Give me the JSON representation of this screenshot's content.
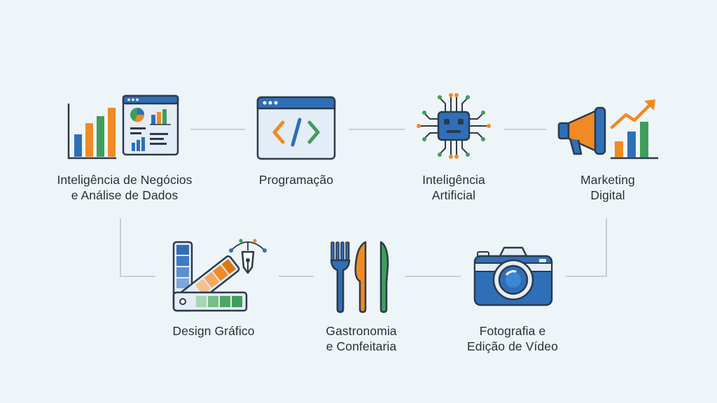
{
  "colors": {
    "background": "#eef5f9",
    "blue": "#2f6fb7",
    "orange": "#f08a24",
    "green": "#3f9e5a",
    "dark": "#2b3a4a",
    "screen": "#e4edf6",
    "connector": "#b9c3cb"
  },
  "nodes": [
    {
      "id": "bi",
      "icon": "bar-chart-dashboard-icon",
      "line1": "Inteligência de Negócios",
      "line2": "e Análise de Dados"
    },
    {
      "id": "prog",
      "icon": "code-window-icon",
      "line1": "Programação",
      "line2": ""
    },
    {
      "id": "ai",
      "icon": "robot-chip-icon",
      "line1": "Inteligência",
      "line2": "Artificial"
    },
    {
      "id": "mkt",
      "icon": "megaphone-growth-icon",
      "line1": "Marketing",
      "line2": "Digital"
    },
    {
      "id": "design",
      "icon": "color-swatch-pen-icon",
      "line1": "Design Gráfico",
      "line2": ""
    },
    {
      "id": "food",
      "icon": "cutlery-icon",
      "line1": "Gastronomia",
      "line2": "e Confeitaria"
    },
    {
      "id": "photo",
      "icon": "camera-icon",
      "line1": "Fotografia e",
      "line2": "Edição de Vídeo"
    }
  ]
}
